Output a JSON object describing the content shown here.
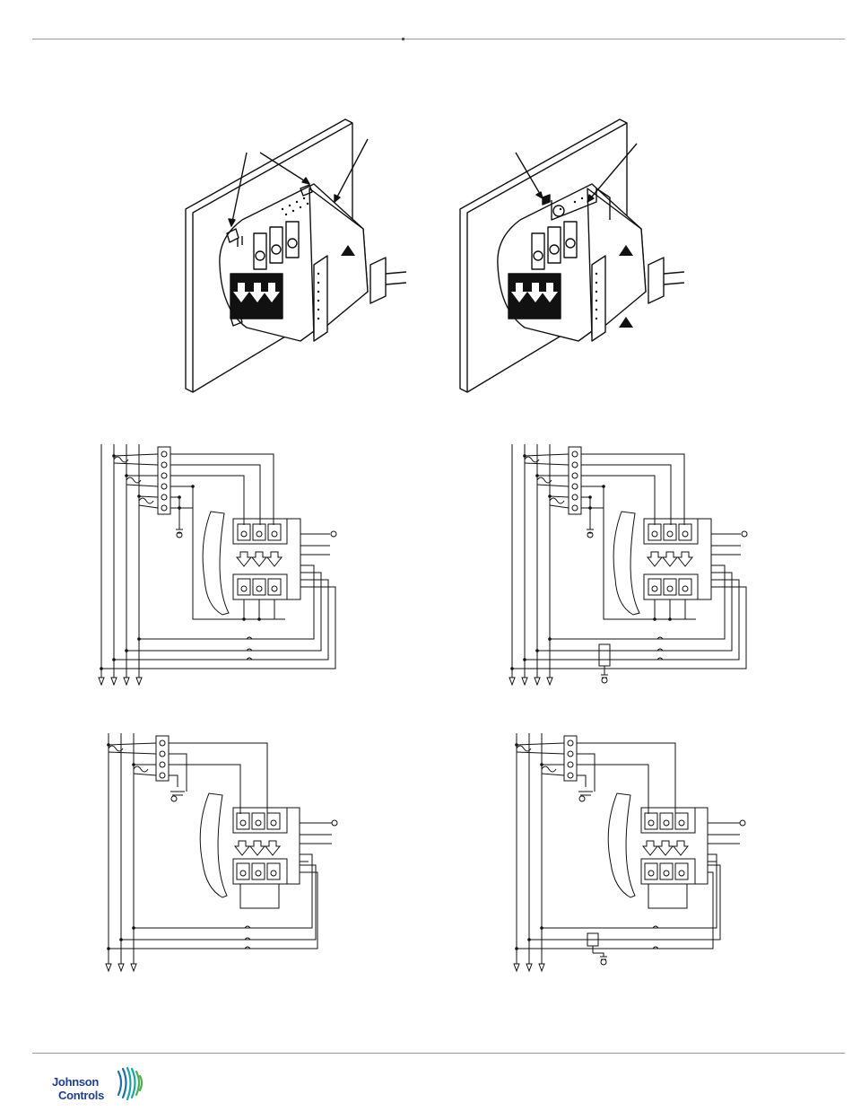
{
  "brand": {
    "line1": "Johnson",
    "line2": "Controls",
    "logo_icon": "johnson-controls-swirl",
    "colors": {
      "text": "#1f3f8f",
      "blue": "#1a6fb5",
      "green": "#4caf50",
      "teal": "#16a6a6"
    }
  },
  "figures": [
    {
      "id": "mount-screws",
      "icon": "panel-mount-with-screws"
    },
    {
      "id": "mount-clamp",
      "icon": "panel-mount-with-clamp"
    },
    {
      "id": "wiring-4w-3ct",
      "icon": "wiring-diagram"
    },
    {
      "id": "wiring-4w-3ct-pt",
      "icon": "wiring-diagram"
    },
    {
      "id": "wiring-3w-2ct",
      "icon": "wiring-diagram"
    },
    {
      "id": "wiring-3w-2ct-pt",
      "icon": "wiring-diagram"
    }
  ]
}
